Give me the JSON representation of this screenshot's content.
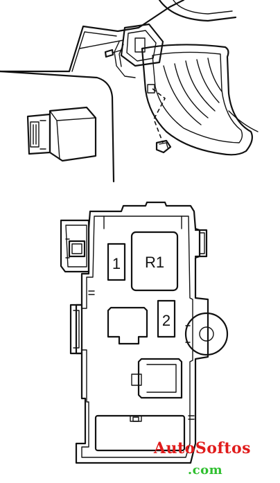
{
  "relay_box": {
    "slot_1": "1",
    "slot_r1": "R1",
    "slot_2": "2"
  },
  "watermark": {
    "line1": "AutoSoftos",
    "line2": ".com"
  },
  "colors": {
    "ink": "#111111",
    "watermark_red": "#e01b1b",
    "watermark_green": "#2fbf2f"
  }
}
